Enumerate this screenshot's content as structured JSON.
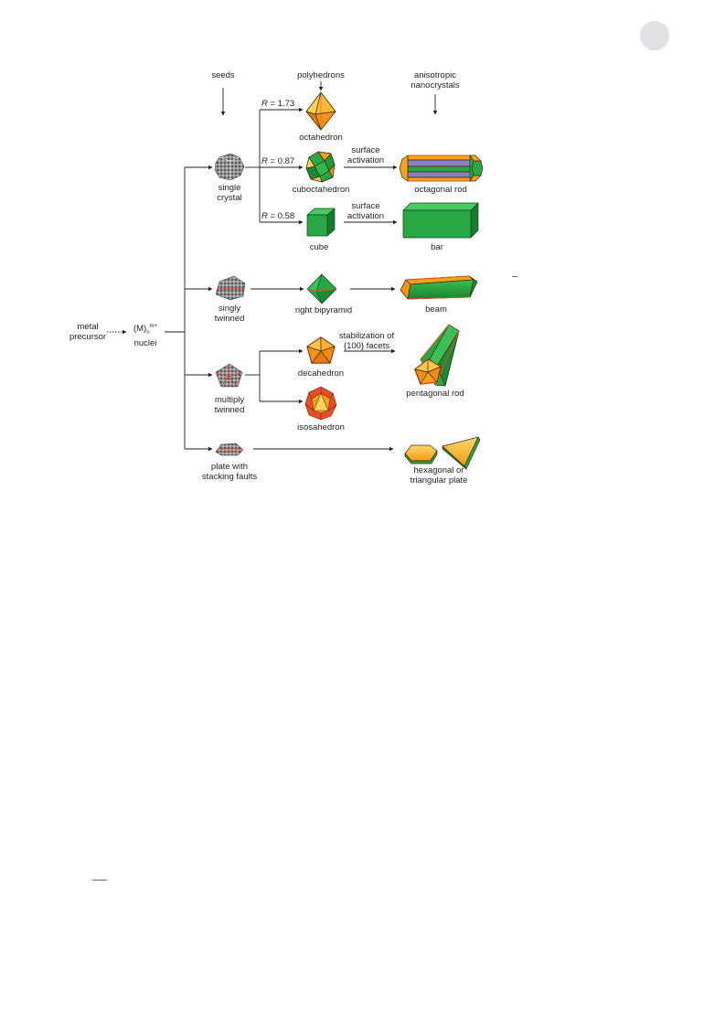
{
  "headers": {
    "seeds": "seeds",
    "polyhedrons": "polyhedrons",
    "anisotropic": [
      "anisotropic",
      "nanocrystals"
    ]
  },
  "start": {
    "precursor": [
      "metal",
      "precursor"
    ],
    "nuclei_formula_main": "(M)",
    "nuclei_formula_sub": "n",
    "nuclei_formula_sup": "m+",
    "nuclei": "nuclei"
  },
  "seeds": {
    "single": [
      "single",
      "crystal"
    ],
    "singly": [
      "singly",
      "twinned"
    ],
    "multiply": [
      "multiply",
      "twinned"
    ],
    "plate": [
      "plate with",
      "stacking faults"
    ]
  },
  "ratios": {
    "r_symbol": "R",
    "octahedron": "= 1.73",
    "cuboctahedron": "= 0.87",
    "cube": "= 0.58"
  },
  "polyhedrons": {
    "octahedron": "octahedron",
    "cuboctahedron": "cuboctahedron",
    "cube": "cube",
    "right_bipyramid": "right bipyramid",
    "decahedron": "decahedron",
    "isosahedron": "isosahedron"
  },
  "process": {
    "surface_activation_1": [
      "surface",
      "activation"
    ],
    "surface_activation_2": [
      "surface",
      "activation"
    ],
    "stabilization": [
      "stabilization of",
      "{100} facets"
    ]
  },
  "products": {
    "octagonal_rod": "octagonal rod",
    "bar": "bar",
    "beam": "beam",
    "pentagonal_rod": "pentagonal rod",
    "plate": [
      "hexagonal or",
      "triangular plate"
    ]
  },
  "colors": {
    "green": "#27a844",
    "dark_green": "#17772f",
    "orange": "#f7a21b",
    "yellow": "#ffd25a",
    "red_orange": "#ea4d23",
    "purple": "#8b7fc2",
    "line": "#231f20"
  }
}
